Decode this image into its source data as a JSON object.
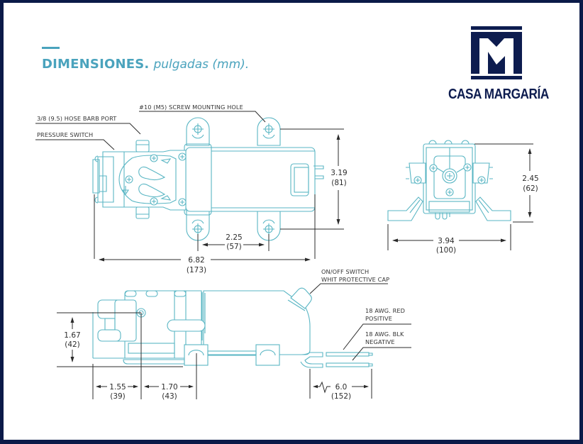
{
  "page": {
    "title_main": "DIMENSIONES.",
    "title_sub": "pulgadas (mm).",
    "accent_color": "#4aa3bd",
    "border_color": "#0b1a48",
    "drawing_line_color": "#5ab6c4"
  },
  "brand": {
    "logo_icon": "casa-margaria-m-monogram",
    "name": "CASA MARGARÍA",
    "color": "#0d1c4f"
  },
  "top_view": {
    "callouts": {
      "mounting_hole": "#10 (M5) SCREW MOUNTING HOLE",
      "hose_barb": "3/8 (9.5) HOSE BARB PORT",
      "pressure_switch": "PRESSURE SWITCH"
    },
    "dimensions": {
      "height": {
        "in": "3.19",
        "mm": "(81)"
      },
      "hole_spacing": {
        "in": "2.25",
        "mm": "(57)"
      },
      "overall_length": {
        "in": "6.82",
        "mm": "(173)"
      }
    }
  },
  "end_view": {
    "dimensions": {
      "height": {
        "in": "2.45",
        "mm": "(62)"
      },
      "width": {
        "in": "3.94",
        "mm": "(100)"
      }
    }
  },
  "side_view": {
    "callouts": {
      "switch_line1": "ON/OFF SWITCH",
      "switch_line2": "WHIT PROTECTIVE CAP",
      "red_wire_line1": "18 AWG. RED",
      "red_wire_line2": "POSITIVE",
      "blk_wire_line1": "18 AWG. BLK",
      "blk_wire_line2": "NEGATIVE"
    },
    "dimensions": {
      "port_height": {
        "in": "1.67",
        "mm": "(42)"
      },
      "port_offset": {
        "in": "1.55",
        "mm": "(39)"
      },
      "mount_offset": {
        "in": "1.70",
        "mm": "(43)"
      },
      "wire_length": {
        "in": "6.0",
        "mm": "(152)"
      }
    }
  }
}
